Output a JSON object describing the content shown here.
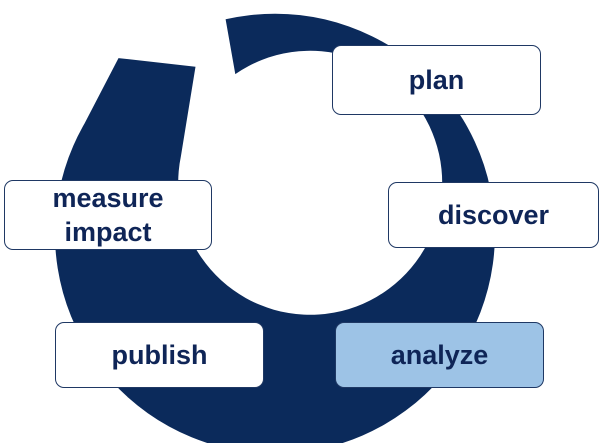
{
  "diagram": {
    "ring_color": "#0b2a5b",
    "box_border_color": "#1f3864",
    "highlight_color": "#9dc3e6",
    "text_color": "#0f2557",
    "stages": [
      {
        "label": "plan",
        "highlighted": false
      },
      {
        "label": "discover",
        "highlighted": false
      },
      {
        "label": "analyze",
        "highlighted": true
      },
      {
        "label": "publish",
        "highlighted": false
      },
      {
        "label": "measure\nimpact",
        "highlighted": false
      }
    ]
  }
}
